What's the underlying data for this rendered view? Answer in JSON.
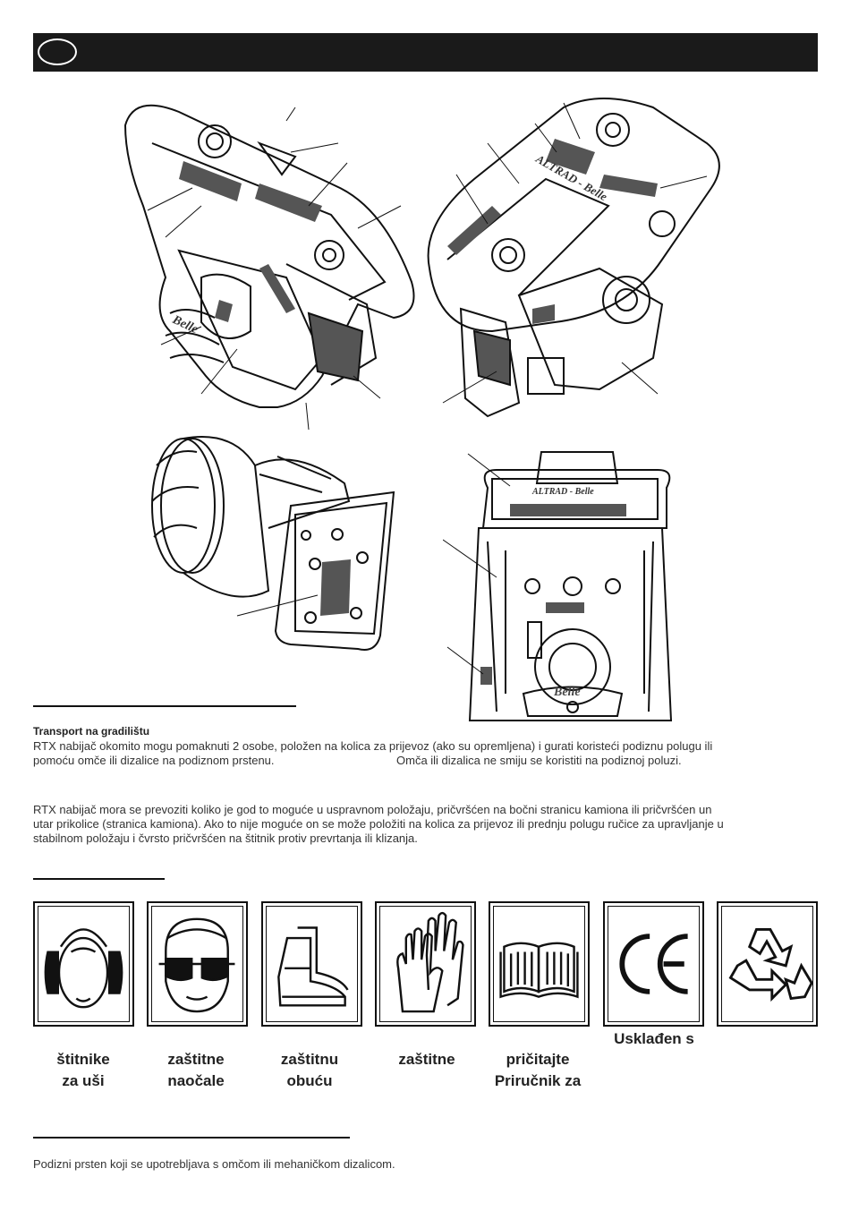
{
  "illustration_labels": {
    "machine_front": "ALTRAD - Belle",
    "machine_side": "Belle",
    "machine_rear": "ALTRAD - Belle",
    "machine_rear_base": "Belle"
  },
  "transport": {
    "heading": "Transport na gradilištu",
    "para1_line1": "RTX nabijač okomito mogu pomaknuti 2 osobe, položen na kolica za prijevoz (ako su opremljena) i gurati koristeći podiznu polugu ili",
    "para1_line2a": "pomoću omče ili dizalice na podiznom prstenu.",
    "para1_line2b": "Omča ili dizalica ne smiju se koristiti na podiznoj poluzi.",
    "para2_line1": "RTX nabijač mora se prevoziti koliko je god to moguće u uspravnom položaju, pričvršćen na bočni stranicu kamiona ili pričvršćen un",
    "para2_line2": "utar prikolice (stranica kamiona). Ako to nije moguće on se može položiti na kolica za prijevoz ili prednju polugu ručice za upravljanje u",
    "para2_line3": "stabilnom položaju i čvrsto pričvršćen na štitnik protiv prevrtanja ili klizanja."
  },
  "safety": {
    "items": [
      {
        "icon": "ear-protection-icon",
        "line1": "štitnike",
        "line2": "za uši"
      },
      {
        "icon": "safety-goggles-icon",
        "line1": "zaštitne",
        "line2": "naočale"
      },
      {
        "icon": "safety-boots-icon",
        "line1": "zaštitnu",
        "line2": "obuću"
      },
      {
        "icon": "safety-gloves-icon",
        "line1": "zaštitne",
        "line2": ""
      },
      {
        "icon": "manual-book-icon",
        "line1": "pričitajte",
        "line2": "Priručnik za"
      },
      {
        "icon": "ce-mark-icon",
        "line1": "Usklađen s",
        "line2": ""
      },
      {
        "icon": "recycle-icon",
        "line1": "",
        "line2": ""
      }
    ]
  },
  "lifting": {
    "text": "Podizni prsten koji se upotrebljava s omčom ili mehaničkom dizalicom."
  }
}
